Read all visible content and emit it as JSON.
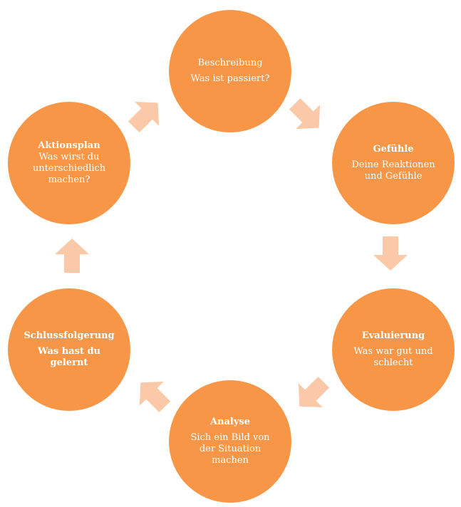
{
  "colors": {
    "circle": "#f79646",
    "arrow": "#fbc8a8",
    "text": "#ffffff"
  },
  "steps": [
    {
      "title": "Beschreibung",
      "text": "Was ist passiert?",
      "title_bold": false,
      "text_bold": false
    },
    {
      "title": "Gefühle",
      "text": "Deine Reaktionen\nund Gefühle",
      "title_bold": true,
      "text_bold": false
    },
    {
      "title": "Evaluierung",
      "text": "Was war gut und\nschlecht",
      "title_bold": true,
      "text_bold": false
    },
    {
      "title": "Analyse",
      "text": "Sich ein Bild von\nder Situation\nmachen",
      "title_bold": true,
      "text_bold": false
    },
    {
      "title": "Schlussfolgerung",
      "text": "Was hast du\ngelernt",
      "title_bold": true,
      "text_bold": true
    },
    {
      "title": "Aktionsplan",
      "text": "Was wirst du\nunterschiedlich\nmachen?",
      "title_bold": true,
      "text_bold": false
    }
  ],
  "arrows": [
    {
      "icon": "arrow-down-right-icon"
    },
    {
      "icon": "arrow-down-icon"
    },
    {
      "icon": "arrow-down-left-icon"
    },
    {
      "icon": "arrow-up-left-icon"
    },
    {
      "icon": "arrow-up-icon"
    },
    {
      "icon": "arrow-up-right-icon"
    }
  ]
}
